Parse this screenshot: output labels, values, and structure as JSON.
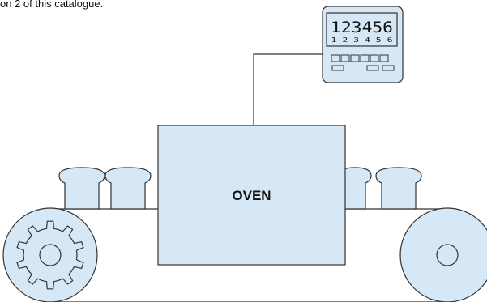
{
  "caption": "on 2 of this catalogue.",
  "oven": {
    "label": "OVEN"
  },
  "counter": {
    "main_display": "123456",
    "sub_display": "1 2 3 4 5 6",
    "button_count": 6
  },
  "colors": {
    "fill": "#d6e8f5",
    "stroke": "#333333",
    "background": "#ffffff"
  }
}
